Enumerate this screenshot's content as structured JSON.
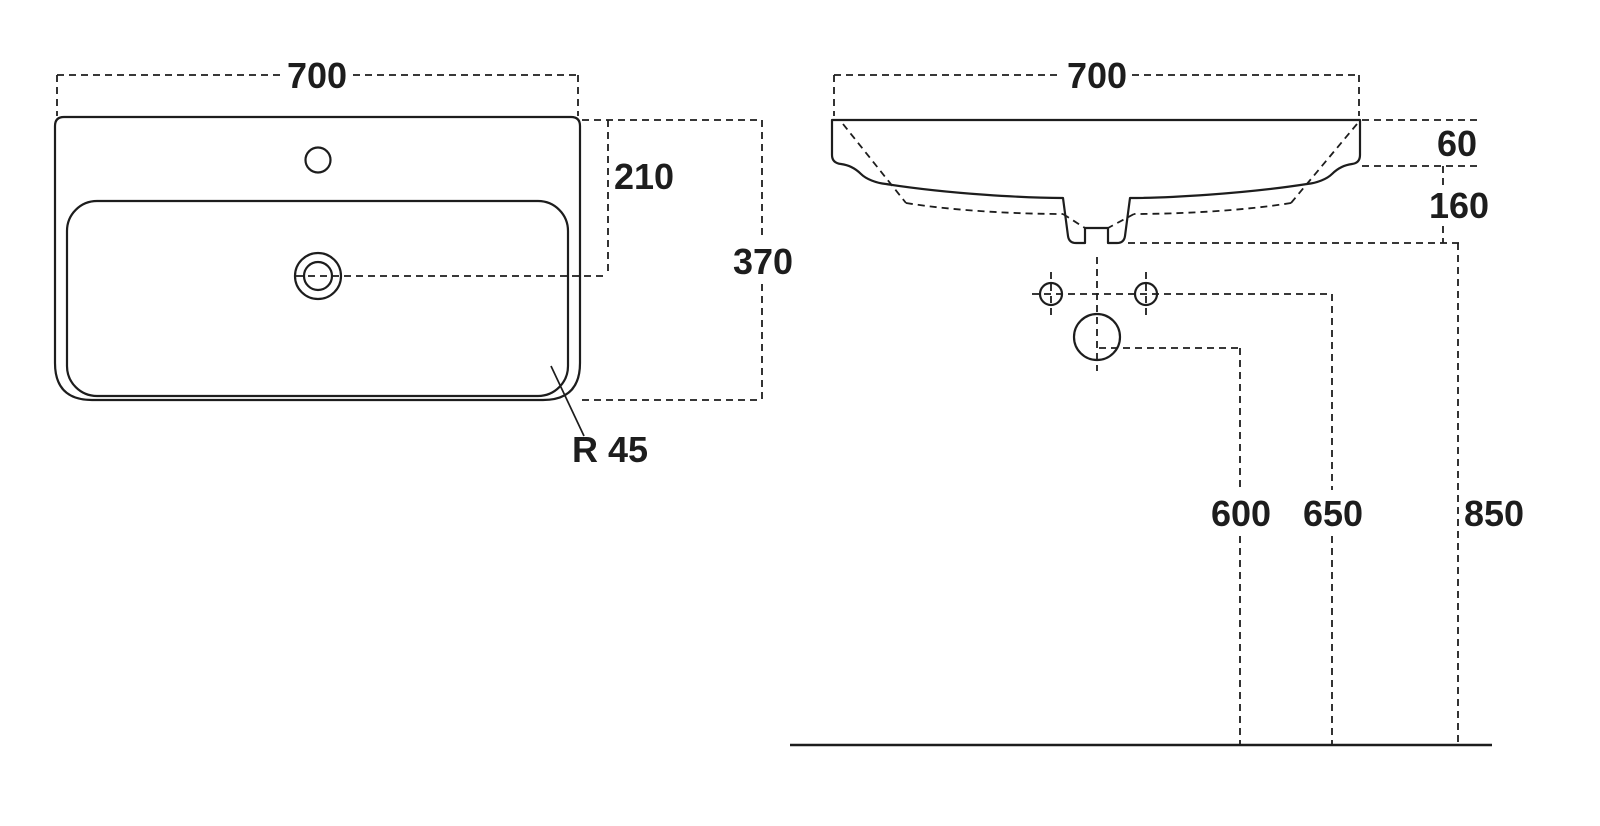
{
  "page": {
    "background": "#ffffff",
    "line_color": "#1d1d1d",
    "description_labels_only": true
  },
  "plan_view": {
    "width_label": "700",
    "drain_offset_label": "210",
    "depth_label": "370",
    "corner_radius_label": "R 45"
  },
  "front_view": {
    "width_label": "700",
    "rim_height_label": "60",
    "bowl_depth_label": "160",
    "drain_height_label": "600",
    "fixing_height_label": "650",
    "rim_floor_height_label": "850"
  }
}
